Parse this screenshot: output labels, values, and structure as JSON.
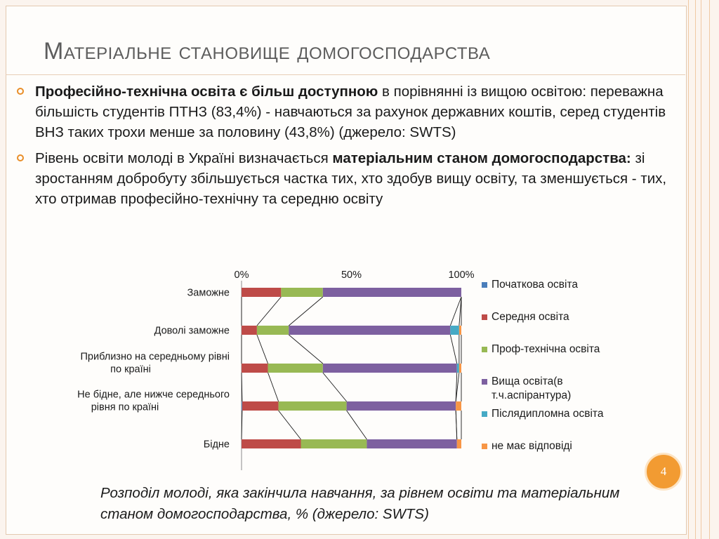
{
  "slide": {
    "title": "Матеріальне становище домогосподарства",
    "page_number": "4",
    "caption": "Розподіл молоді, яка закінчила навчання, за рівнем освіти та матеріальним станом домогосподарства, % (джерело: SWTS)"
  },
  "bullets": [
    {
      "bold": "Професійно-технічна освіта є більш доступною",
      "rest": " в порівнянні із вищою освітою: переважна  більшість студентів  ПТНЗ (83,4%) - навчаються за рахунок державних коштів, серед студентів ВНЗ таких трохи менше за половину (43,8%) (джерело: SWTS)"
    },
    {
      "lead": "Рівень освіти молоді в Україні визначається ",
      "bold": "матеріальним станом домогосподарства:",
      "rest": " зі зростанням добробуту збільшується частка тих, хто здобув вищу освіту, та зменшується - тих, хто отримав професійно-технічну та середню освіту"
    }
  ],
  "chart_data": {
    "type": "bar",
    "orientation": "horizontal",
    "stacked": "percent",
    "series_lines": true,
    "categories": [
      "Заможне",
      "Доволі заможне",
      "Приблизно на середньому рівні по країні",
      "Не бідне, але нижче середнього рівня по країні",
      "Бідне"
    ],
    "category_lines": [
      [
        "Заможне"
      ],
      [
        "Доволі заможне"
      ],
      [
        "Приблизно на середньому рівні",
        "по країні"
      ],
      [
        "Не бідне, але нижче середнього",
        "рівня по країні"
      ],
      [
        "Бідне"
      ]
    ],
    "series": [
      {
        "name": "Початкова освіта",
        "color": "#4a7ebb",
        "values": [
          0,
          0,
          0,
          0.3,
          0
        ]
      },
      {
        "name": "Середня освіта",
        "color": "#be4b48",
        "values": [
          18,
          7,
          12,
          16.5,
          27
        ]
      },
      {
        "name": "Проф-технічна освіта",
        "color": "#98b954",
        "values": [
          19,
          14.5,
          25,
          31,
          30
        ]
      },
      {
        "name": "Вища освіта(в т.ч.аспірантура)",
        "color": "#7d60a0",
        "values": [
          63,
          73.5,
          61,
          49.7,
          41
        ]
      },
      {
        "name": "Післядипломна освіта",
        "color": "#46aac5",
        "values": [
          0,
          4,
          1,
          0,
          0
        ]
      },
      {
        "name": "не має відповіді",
        "color": "#f79646",
        "values": [
          0,
          1,
          1,
          2.5,
          2
        ]
      }
    ],
    "legend_labels": [
      "Початкова освіта",
      "Середня освіта",
      "Проф-технічна освіта",
      "Вища освіта(в т.ч.аспірантура)",
      "Післядипломна освіта",
      " не має відповіді"
    ],
    "xticks": [
      "0%",
      "50%",
      "100%"
    ],
    "xlim": [
      0,
      100
    ],
    "xaxis_position": "top",
    "legend": "right"
  }
}
